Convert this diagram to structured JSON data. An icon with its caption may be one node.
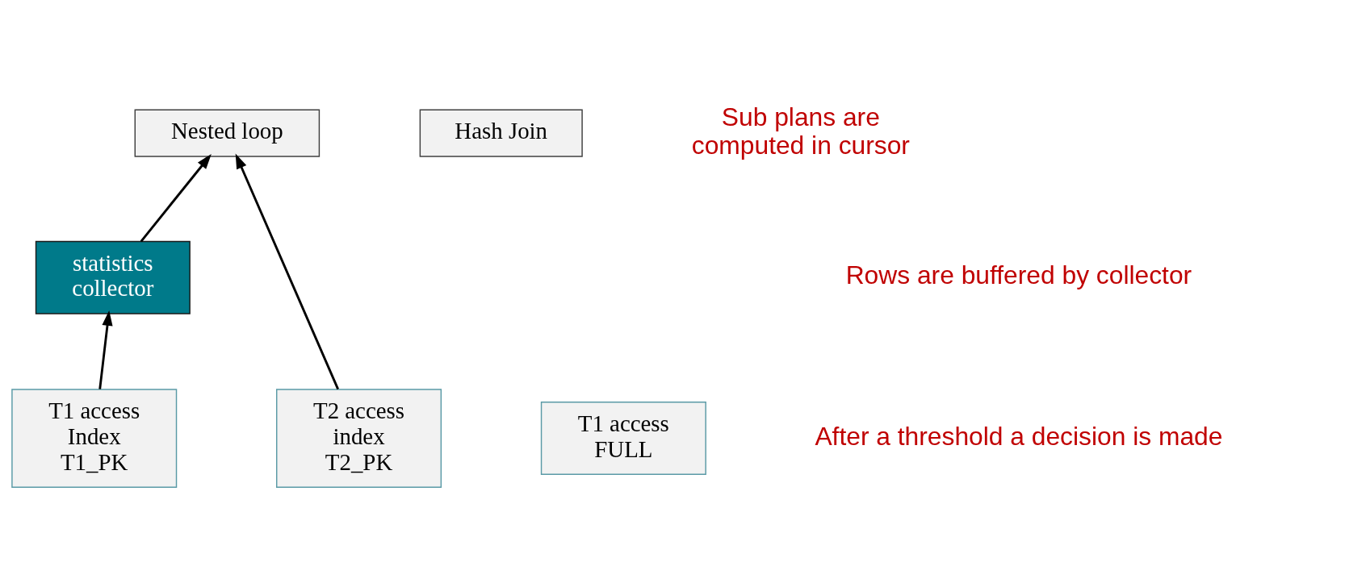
{
  "diagram": {
    "nodes": [
      {
        "text": [
          "Nested loop"
        ]
      },
      {
        "text": [
          "Hash Join"
        ]
      },
      {
        "text": [
          "statistics collector"
        ]
      },
      {
        "text": [
          "T2 access index T2_PK"
        ]
      },
      {
        "text": [
          "T1 access Index T1_PK"
        ]
      },
      {
        "text": [
          "T1 access FULL"
        ]
      }
    ],
    "edges": [
      {
        "from": 3,
        "to": 0,
        "arrow": "to"
      },
      {
        "from": 4,
        "to": 2,
        "arrow": "to"
      },
      {
        "from": 2,
        "to": 0,
        "arrow": "to"
      }
    ],
    "labels": [
      "Sub plans are computed in cursor",
      "Rows are buffered by collector",
      "After a threshold a decision is made"
    ]
  }
}
